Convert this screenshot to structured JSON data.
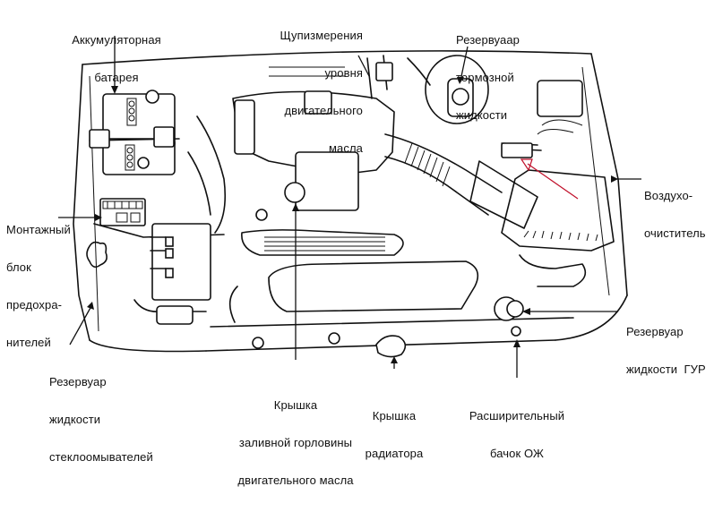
{
  "diagram": {
    "type": "engine-compartment-callout",
    "accent_color": "#c0102a",
    "labels": {
      "battery": [
        "Аккумуляторная",
        "батарея"
      ],
      "oil_dipstick": [
        "Щупизмерения",
        "уровня",
        "двигательного",
        "масла"
      ],
      "brake_reservoir": [
        "Резервуаар",
        "тормозной",
        "жидкости"
      ],
      "air_cleaner": [
        "Воздухо-",
        "очиститель"
      ],
      "fuse_box": [
        "Монтажный",
        "блок",
        "предохра-",
        "нителей"
      ],
      "washer_reservoir": [
        "Резервуар",
        "жидкости",
        "стеклоомывателей"
      ],
      "oil_filler_cap": [
        "Крышка",
        "заливной горловины",
        "двигательного масла"
      ],
      "radiator_cap": [
        "Крышка",
        "радиатора"
      ],
      "coolant_tank": [
        "Расширительный",
        "бачок ОЖ"
      ],
      "power_steering_reservoir": [
        "Резервуар",
        "жидкости  ГУР"
      ]
    },
    "annotation": {
      "description": "red arrow pointing at wiring connector near air cleaner",
      "color": "#c0102a"
    }
  }
}
